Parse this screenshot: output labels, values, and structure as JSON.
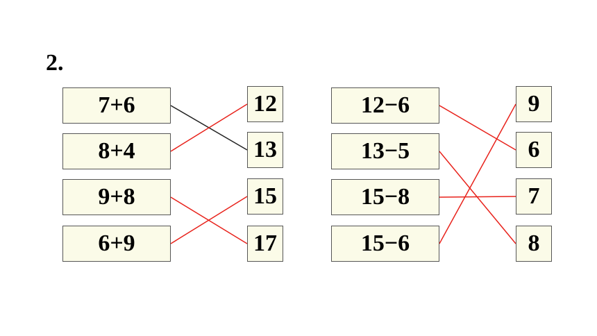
{
  "problem_number": "2.",
  "colors": {
    "correct_line": "#e8221b",
    "black_line": "#222222",
    "box_fill": "#fbfbe8",
    "box_border": "#555555"
  },
  "left": {
    "expressions": [
      "7+6",
      "8+4",
      "9+8",
      "6+9"
    ],
    "answers": [
      "12",
      "13",
      "15",
      "17"
    ],
    "connections": [
      {
        "from": 0,
        "to": 1,
        "color": "black"
      },
      {
        "from": 1,
        "to": 0,
        "color": "red"
      },
      {
        "from": 2,
        "to": 3,
        "color": "red"
      },
      {
        "from": 3,
        "to": 2,
        "color": "red"
      }
    ]
  },
  "right": {
    "expressions": [
      "12−6",
      "13−5",
      "15−8",
      "15−6"
    ],
    "answers": [
      "9",
      "6",
      "7",
      "8"
    ],
    "connections": [
      {
        "from": 0,
        "to": 1,
        "color": "red"
      },
      {
        "from": 1,
        "to": 3,
        "color": "red"
      },
      {
        "from": 2,
        "to": 2,
        "color": "red"
      },
      {
        "from": 3,
        "to": 0,
        "color": "red"
      }
    ]
  }
}
